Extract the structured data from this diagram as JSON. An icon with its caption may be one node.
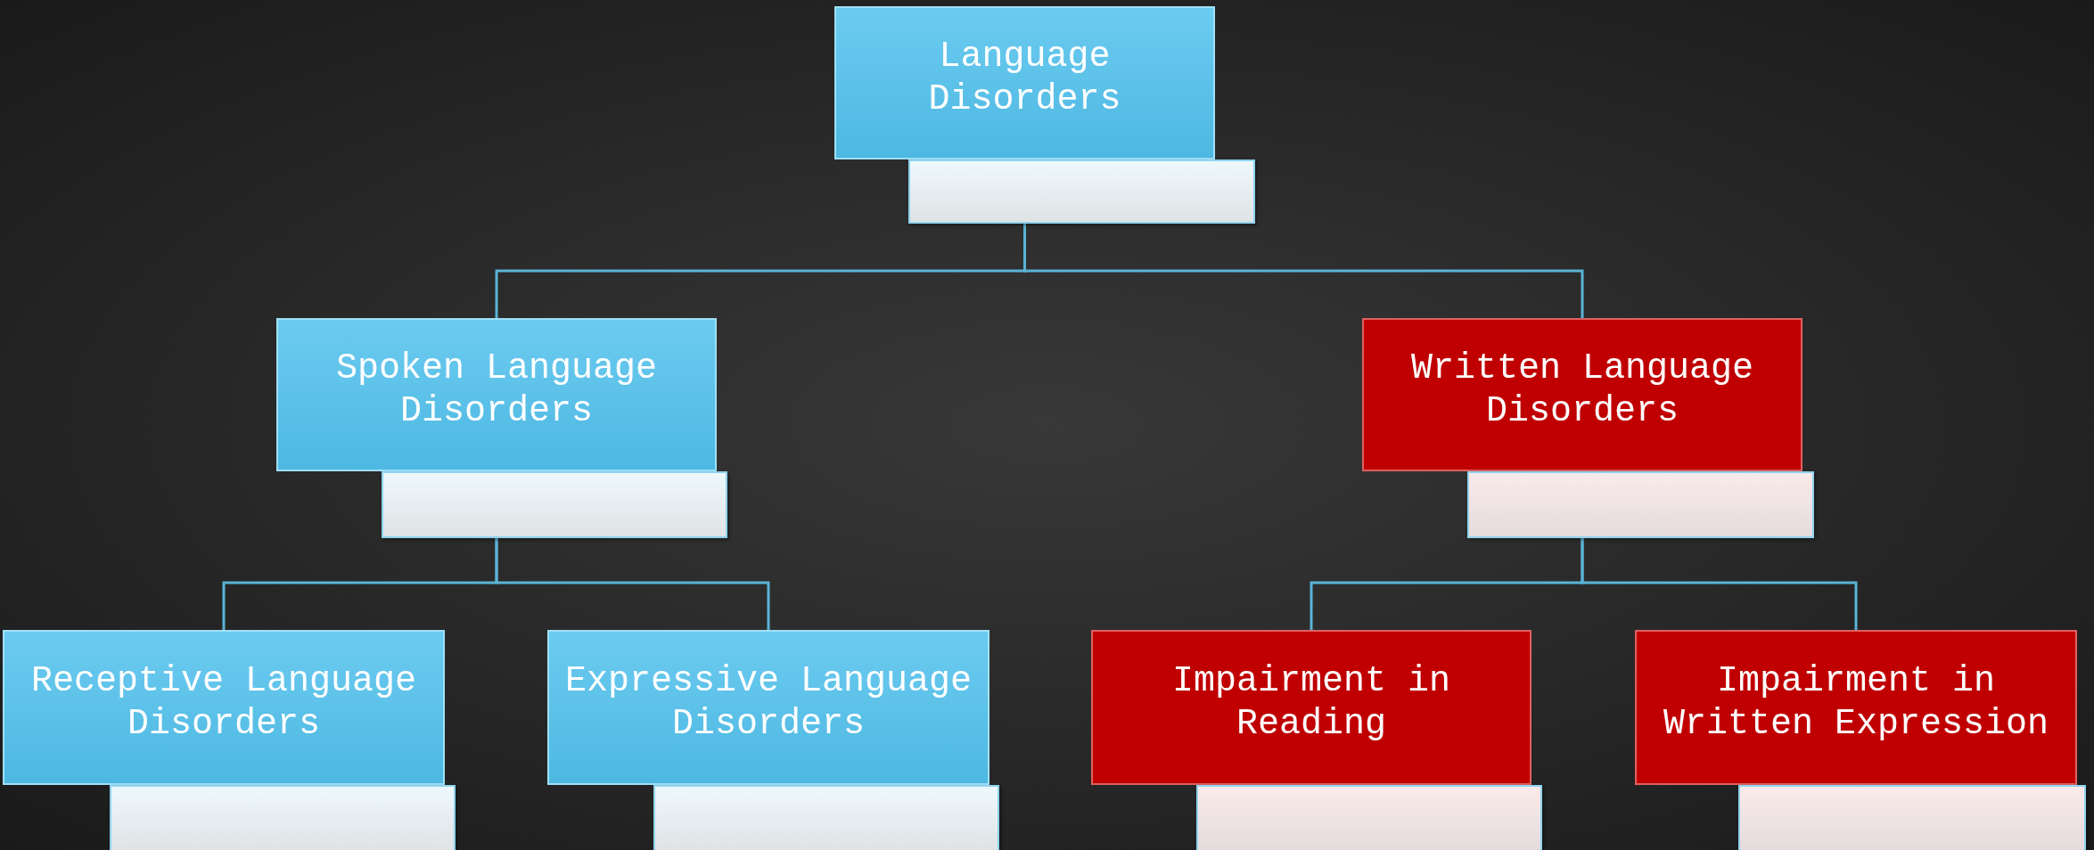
{
  "diagram": {
    "nodes": [
      {
        "text": [
          "Language Disorders"
        ]
      },
      {
        "text": [
          "Spoken Language Disorders"
        ]
      },
      {
        "text": [
          "Written Language Disorders"
        ]
      },
      {
        "text": [
          "Receptive Language Disorders"
        ]
      },
      {
        "text": [
          "Expressive Language Disorders"
        ]
      },
      {
        "text": [
          "Impairment in Reading"
        ]
      },
      {
        "text": [
          "Impairment in Written Expression"
        ]
      },
      {
        "text": [],
        "shape": "bar"
      },
      {
        "text": [],
        "shape": "bar"
      },
      {
        "text": [],
        "shape": "bar"
      },
      {
        "text": [],
        "shape": "bar"
      },
      {
        "text": [],
        "shape": "bar"
      },
      {
        "text": [],
        "shape": "bar"
      },
      {
        "text": [],
        "shape": "bar"
      }
    ],
    "edges": [
      {
        "from": 7,
        "to": 1,
        "arrow": "none"
      },
      {
        "from": 7,
        "to": 2,
        "arrow": "none"
      },
      {
        "from": 8,
        "to": 3,
        "arrow": "none"
      },
      {
        "from": 8,
        "to": 4,
        "arrow": "none"
      },
      {
        "from": 9,
        "to": 5,
        "arrow": "none"
      },
      {
        "from": 9,
        "to": 6,
        "arrow": "none"
      }
    ]
  }
}
